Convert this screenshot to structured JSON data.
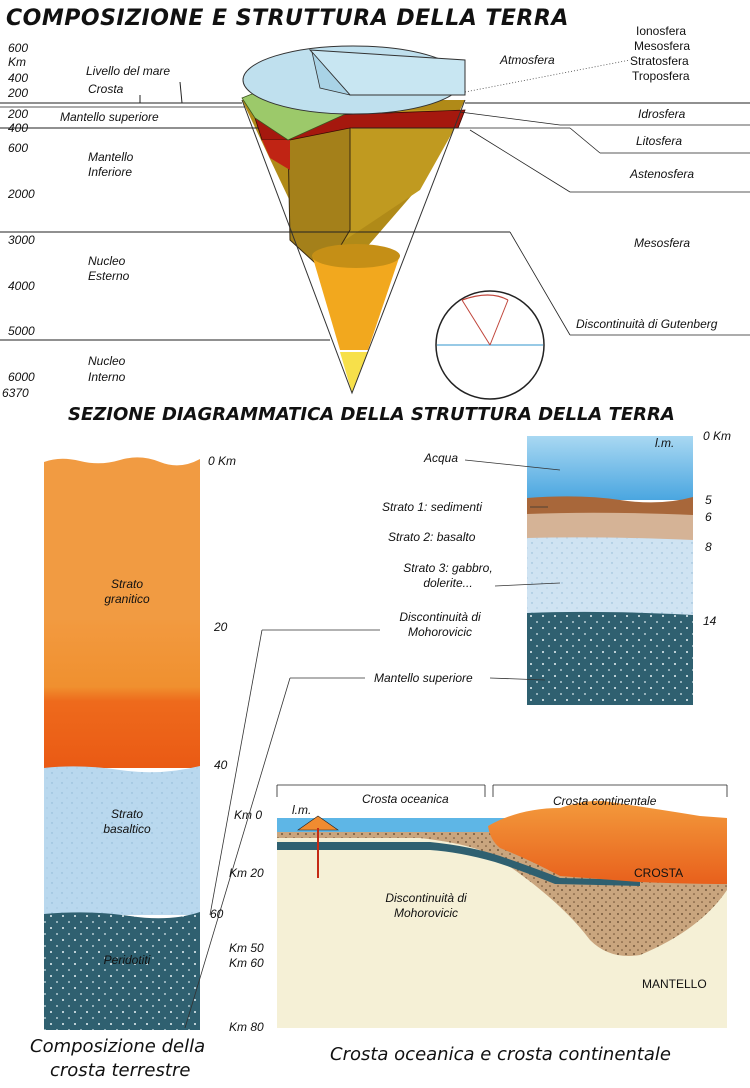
{
  "top": {
    "title": "COMPOSIZIONE E STRUTTURA DELLA TERRA",
    "km_unit": "Km",
    "depths": [
      "600",
      "400",
      "200",
      "200",
      "400",
      "600",
      "2000",
      "3000",
      "4000",
      "5000",
      "6000",
      "6370"
    ],
    "left_labels": {
      "sea_level": "Livello del mare",
      "crust": "Crosta",
      "upper_mantle": "Mantello superiore",
      "lower_mantle_1": "Mantello",
      "lower_mantle_2": "Inferiore",
      "outer_core_1": "Nucleo",
      "outer_core_2": "Esterno",
      "inner_core_1": "Nucleo",
      "inner_core_2": "Interno"
    },
    "right_labels": {
      "atmosphere": "Atmosfera",
      "ionosphere": "Ionosfera",
      "mesosphere_atm": "Mesosfera",
      "stratosphere": "Stratosfera",
      "troposphere": "Troposfera",
      "hydrosphere": "Idrosfera",
      "lithosphere": "Litosfera",
      "asthenosphere": "Astenosfera",
      "mesosphere": "Mesosfera",
      "gutenberg": "Discontinuità di Gutenberg"
    }
  },
  "section_title": "SEZIONE DIAGRAMMATICA DELLA STRUTTURA DELLA TERRA",
  "column": {
    "depths": [
      "0 Km",
      "20",
      "40",
      "60"
    ],
    "granitic_1": "Strato",
    "granitic_2": "granitico",
    "basaltic_1": "Strato",
    "basaltic_2": "basaltico",
    "peridotite": "Peridotiti",
    "caption_1": "Composizione della",
    "caption_2": "crosta terrestre"
  },
  "oceanic_column": {
    "lm": "l.m.",
    "depths": [
      "0 Km",
      "5",
      "6",
      "8",
      "14"
    ],
    "water": "Acqua",
    "layer1": "Strato 1: sedimenti",
    "layer2": "Strato 2: basalto",
    "layer3_1": "Strato 3: gabbro,",
    "layer3_2": "dolerite...",
    "moho_1": "Discontinuità di",
    "moho_2": "Mohorovicic",
    "upper_mantle": "Mantello superiore"
  },
  "cross_section": {
    "oceanic_crust": "Crosta oceanica",
    "continental_crust": "Crosta continentale",
    "lm": "l.m.",
    "depths": [
      "Km 0",
      "Km 20",
      "Km 50",
      "Km 60",
      "Km 80"
    ],
    "moho_1": "Discontinuità di",
    "moho_2": "Mohorovicic",
    "crust": "CROSTA",
    "mantle": "MANTELLO",
    "caption": "Crosta oceanica e crosta continentale"
  },
  "colors": {
    "atmosphere": "#bfe0ee",
    "hydrosphere": "#9cc96a",
    "lithosphere": "#a81c12",
    "mantle": "#b8921a",
    "outer_core": "#f0b020",
    "inner_core": "#f7e04a",
    "granite": "#f09a3c",
    "basalt": "#b8d8ee",
    "peridotite": "#2f6070",
    "water": "#5eb6e6",
    "sediment": "#b06a36",
    "mantle_pale": "#f4efd2"
  }
}
